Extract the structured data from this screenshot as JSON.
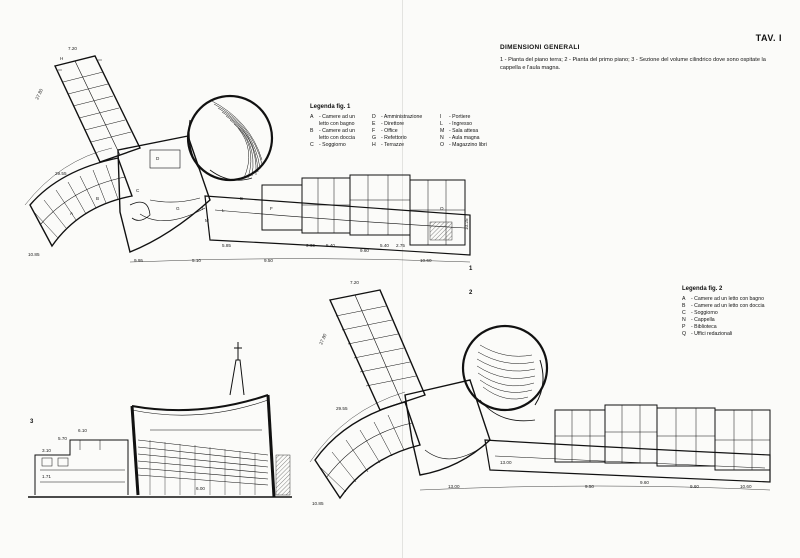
{
  "plate": {
    "tav_label": "TAV. I",
    "title": "DIMENSIONI GENERALI",
    "description": "1 - Pianta del piano terra; 2 - Pianta del primo piano; 3 - Sezione del volume cilindrico dove sono ospitate la cappella e l'aula magna."
  },
  "legend1": {
    "title": "Legenda fig. 1",
    "col1": [
      {
        "key": "A",
        "text": "- Camere ad un letto con bagno"
      },
      {
        "key": "B",
        "text": "- Camere ad un letto con doccia"
      },
      {
        "key": "C",
        "text": "- Soggiorno"
      }
    ],
    "col2": [
      {
        "key": "D",
        "text": "- Amministrazione"
      },
      {
        "key": "E",
        "text": "- Direttore"
      },
      {
        "key": "F",
        "text": "- Office"
      },
      {
        "key": "G",
        "text": "- Refettorio"
      },
      {
        "key": "H",
        "text": "- Terrazze"
      }
    ],
    "col3": [
      {
        "key": "I",
        "text": "- Portiere"
      },
      {
        "key": "L",
        "text": "- Ingresso"
      },
      {
        "key": "M",
        "text": "- Sala attesa"
      },
      {
        "key": "N",
        "text": "- Aula magna"
      },
      {
        "key": "O",
        "text": "- Magazzino libri"
      }
    ]
  },
  "legend2": {
    "title": "Legenda fig. 2",
    "items": [
      {
        "key": "A",
        "text": "- Camere ad un letto con bagno"
      },
      {
        "key": "B",
        "text": "- Camere ad un letto con doccia"
      },
      {
        "key": "C",
        "text": "- Soggiorno"
      },
      {
        "key": "N",
        "text": "- Cappella"
      },
      {
        "key": "P",
        "text": "- Biblioteca"
      },
      {
        "key": "Q",
        "text": "- Uffici redazionali"
      }
    ]
  },
  "figures": {
    "fig1": "1",
    "fig2": "2",
    "fig3": "3"
  },
  "room_labels": {
    "plan1": [
      "A",
      "B",
      "C",
      "G",
      "D",
      "E",
      "F",
      "L",
      "I",
      "M",
      "O",
      "H"
    ]
  },
  "dimensions": {
    "plan1": [
      "7.20",
      "27.80",
      "29.55",
      "10.85",
      "9.95",
      "5.10",
      "5.85",
      "9.50",
      "9.60",
      "5.40",
      "9.60",
      "5.40",
      "2.75",
      "10.60",
      "10.25"
    ],
    "plan2": [
      "7.20",
      "27.80",
      "29.55",
      "10.85",
      "13.00",
      "13.00",
      "9.50",
      "9.60",
      "9.60",
      "10.60"
    ],
    "section": [
      "6.10",
      "5.70",
      "3.10",
      "1.71",
      "6.00"
    ]
  }
}
